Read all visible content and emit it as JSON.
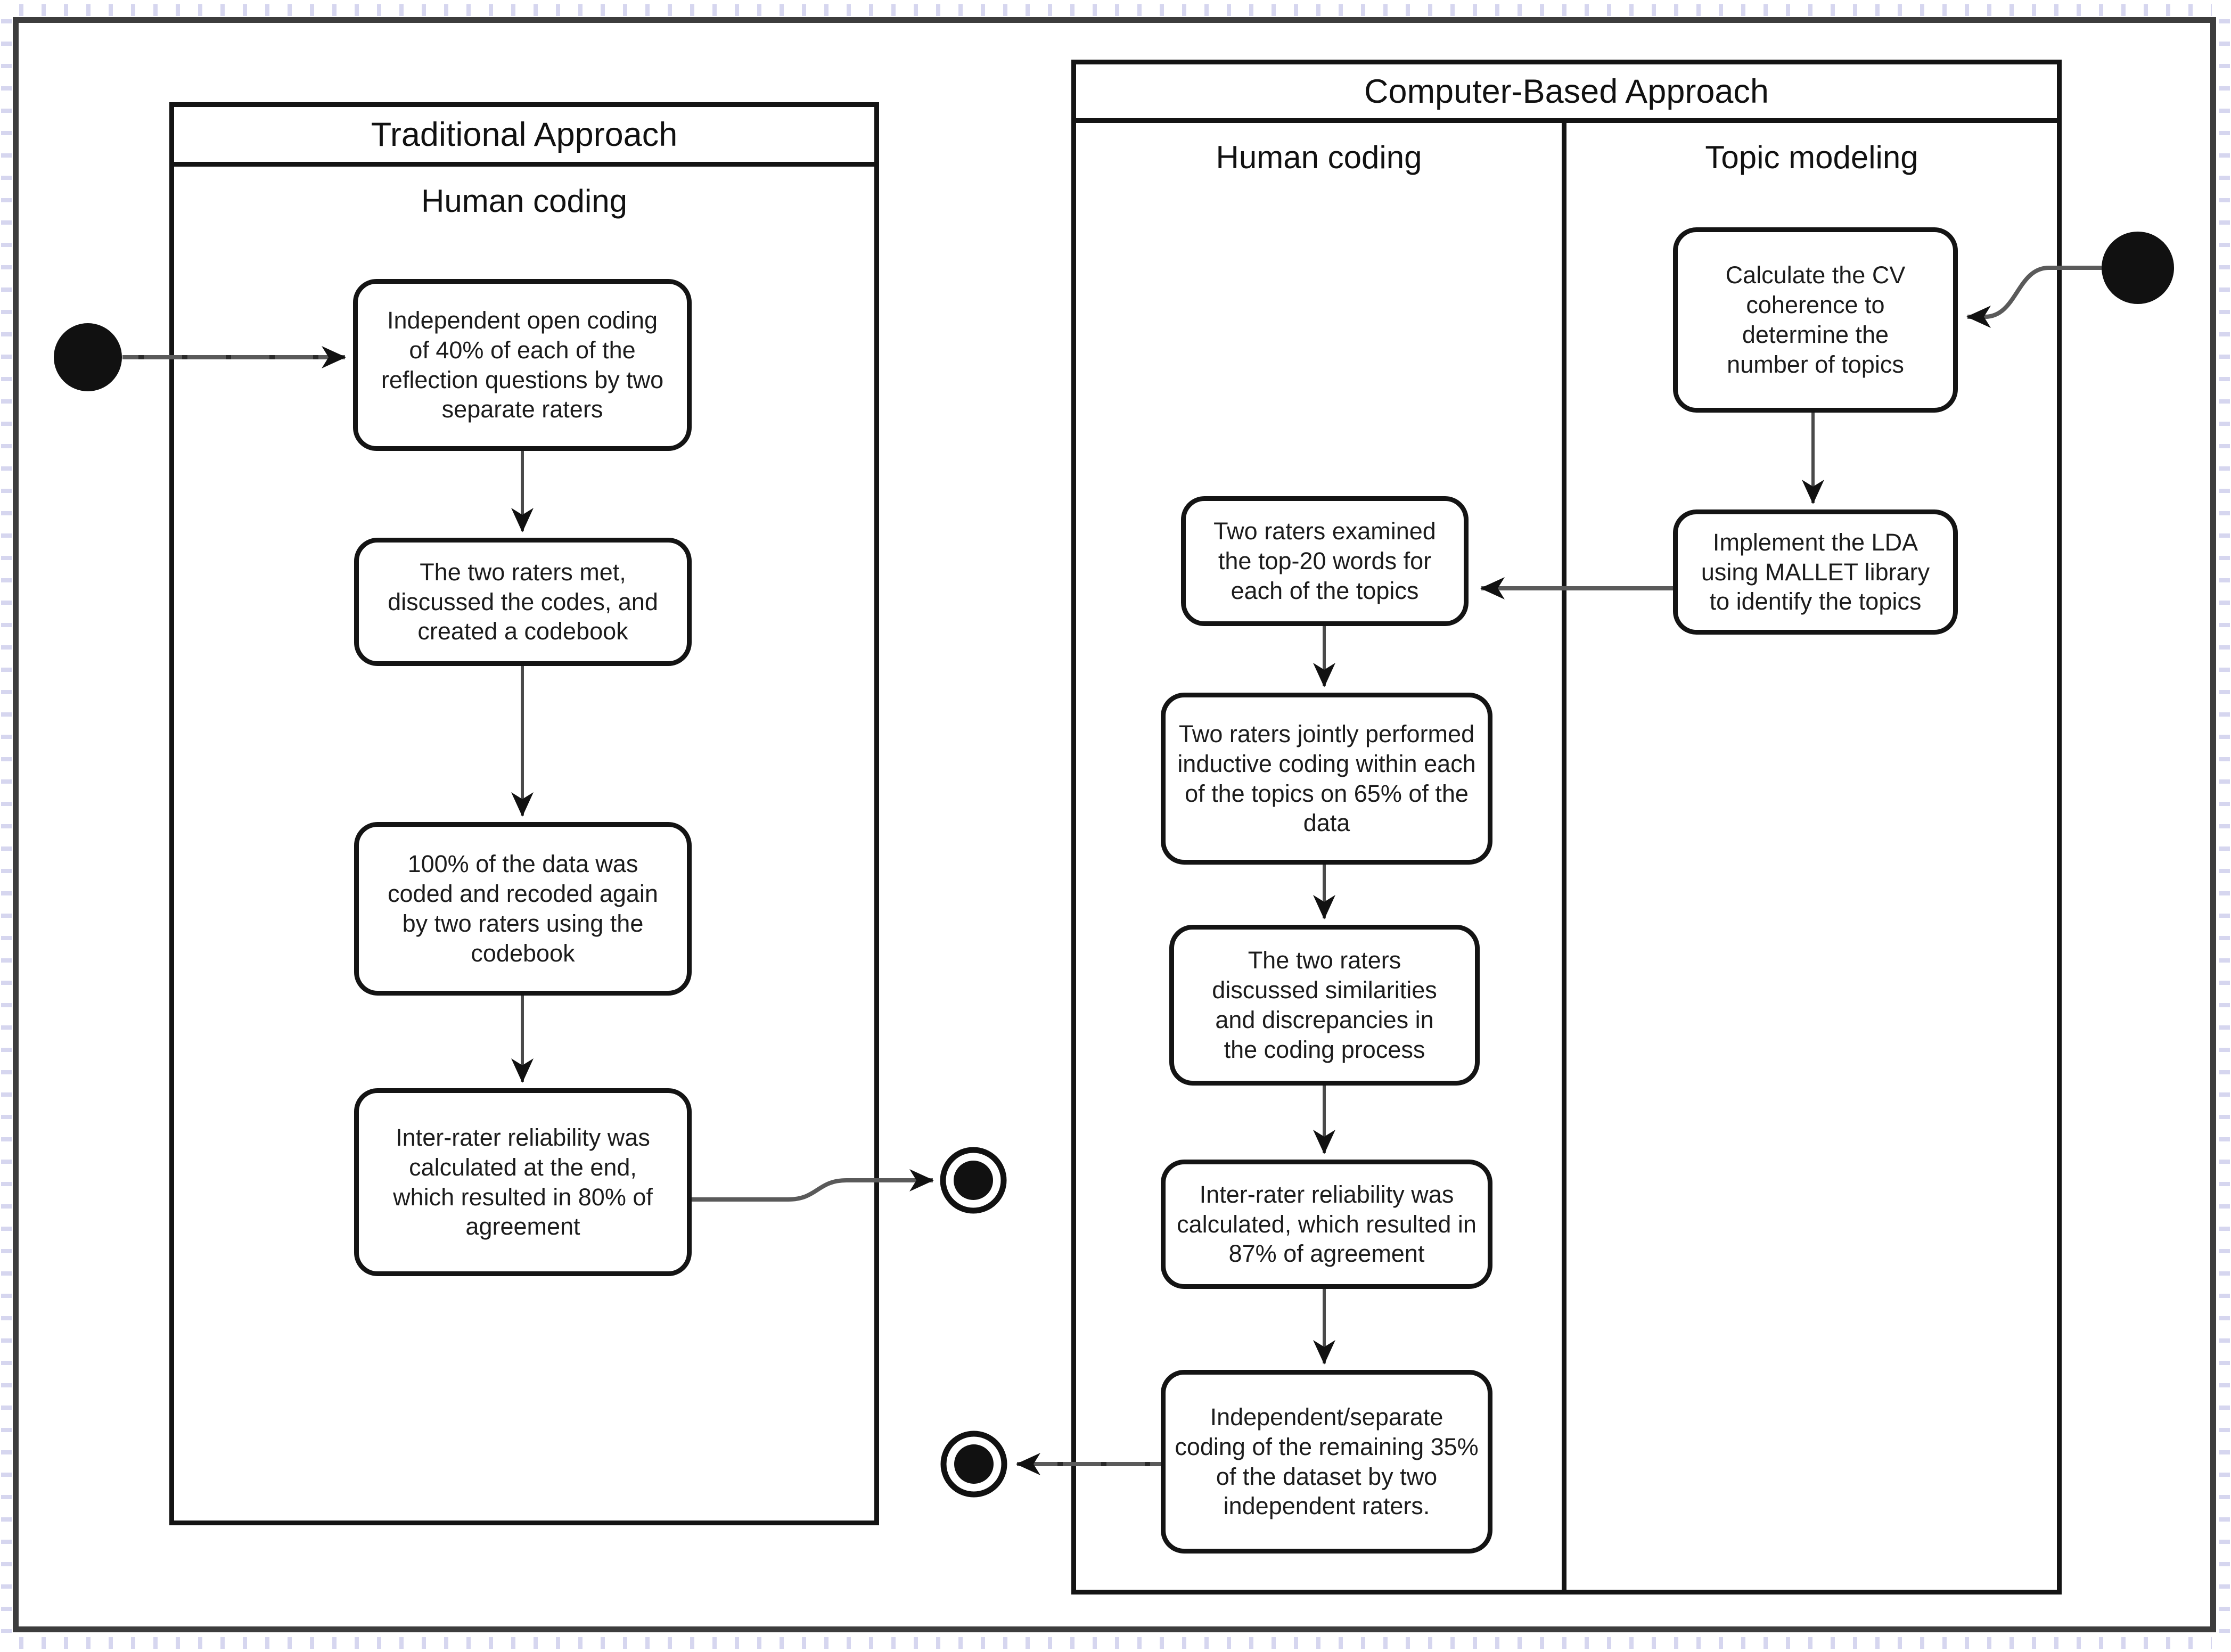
{
  "colors": {
    "partition_border": "#141414",
    "connector_line": "#5a5a5a",
    "arrowhead": "#111111",
    "edge_ticks": "#d6d6ef"
  },
  "icons": {
    "initial_node": "filled-circle",
    "final_node": "bullseye-double-circle",
    "arrowhead": "chevron-dart"
  },
  "diagram": {
    "traditional": {
      "title": "Traditional Approach",
      "column_label": "Human coding",
      "steps": [
        "Independent open coding of 40% of each of the reflection questions by two separate raters",
        "The two raters met, discussed the codes, and created a codebook",
        "100% of the data was coded and recoded again by two raters using the codebook",
        "Inter-rater reliability was calculated at the end, which resulted in 80% of agreement"
      ]
    },
    "computer_based": {
      "title": "Computer-Based Approach",
      "column_labels": [
        "Human coding",
        "Topic modeling"
      ],
      "human_coding_steps": [
        "Two raters examined the top-20 words for each of the topics",
        "Two raters jointly performed inductive coding within each of the topics on 65% of the data",
        "The two raters discussed similarities and discrepancies in the coding process",
        "Inter-rater reliability was calculated, which resulted in 87% of agreement",
        "Independent/separate coding of the remaining 35% of the dataset by two independent raters."
      ],
      "topic_modeling_steps": [
        "Calculate the CV coherence to determine the number of topics",
        "Implement the LDA using MALLET library to identify the topics"
      ]
    }
  }
}
